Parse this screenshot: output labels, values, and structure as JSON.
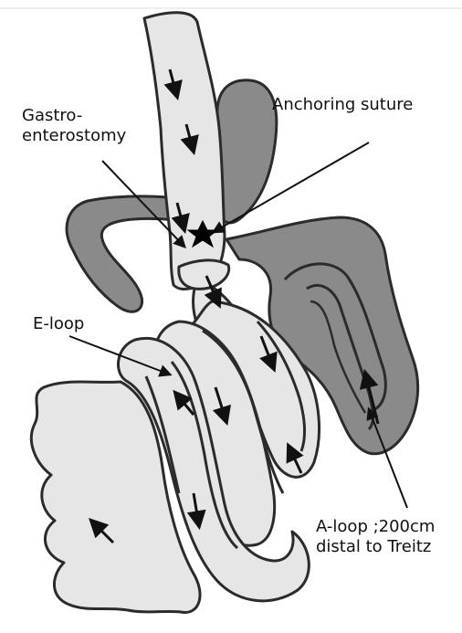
{
  "labels": {
    "gastro_line1": "Gastro-",
    "gastro_line2": "enterostomy",
    "anchoring": "Anchoring suture",
    "eloop": "E-loop",
    "aloop_line1": "A-loop ;200cm",
    "aloop_line2": "distal to Treitz"
  },
  "colors": {
    "light_bowel": "#e6e6e6",
    "dark_bowel": "#8a8a8a",
    "outline": "#2b2b2b",
    "text": "#111111",
    "background": "#ffffff"
  },
  "icons": {
    "suture": "star-icon",
    "flow": "arrow-icon"
  }
}
